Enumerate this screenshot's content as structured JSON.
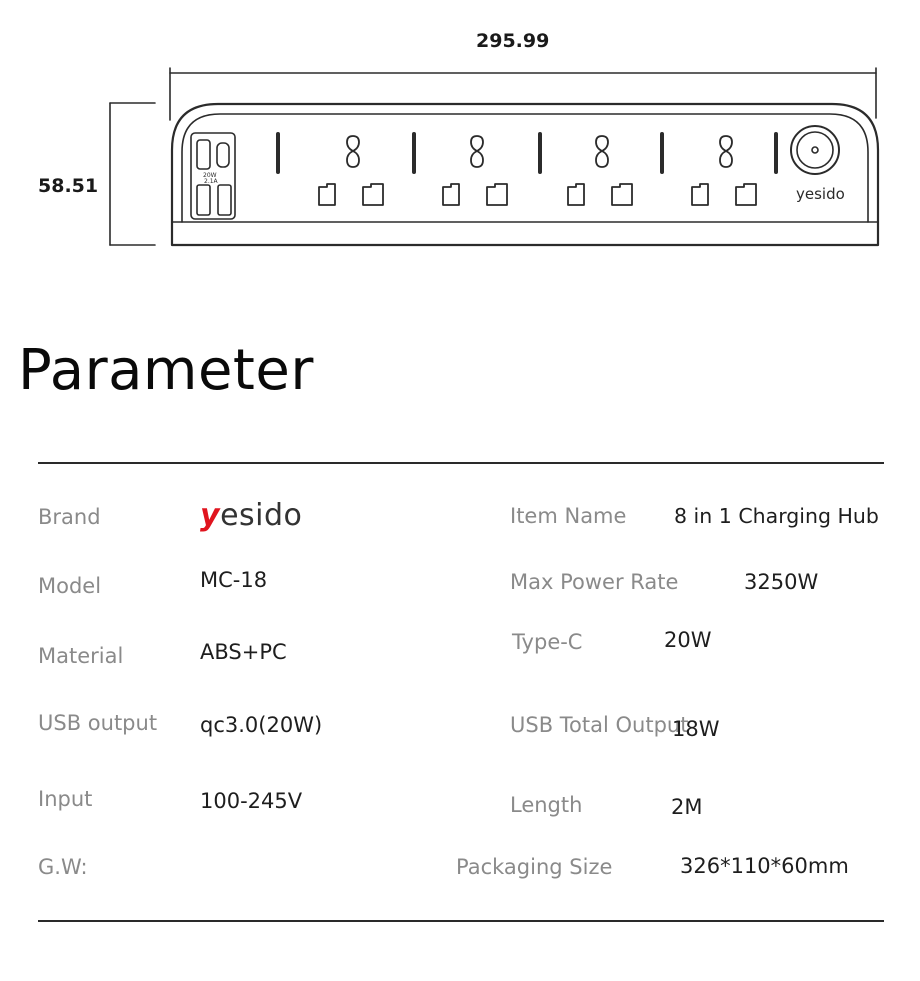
{
  "dimensions": {
    "width_label": "295.99",
    "height_label": "58.51"
  },
  "product_drawing": {
    "brand_mark": "yesido",
    "port_labels": [
      "20W",
      "2.1A"
    ]
  },
  "title": "Parameter",
  "params": {
    "brand": {
      "label": "Brand",
      "value": "yesido"
    },
    "model": {
      "label": "Model",
      "value": "MC-18"
    },
    "material": {
      "label": "Material",
      "value": "ABS+PC"
    },
    "usb_output": {
      "label": "USB output",
      "value": "qc3.0(20W)"
    },
    "input": {
      "label": "Input",
      "value": "100-245V"
    },
    "gw": {
      "label": "G.W:",
      "value": ""
    },
    "item_name": {
      "label": "Item Name",
      "value": "8 in 1 Charging Hub"
    },
    "max_power": {
      "label": "Max Power Rate",
      "value": "3250W"
    },
    "type_c": {
      "label": "Type-C",
      "value": "20W"
    },
    "usb_total": {
      "label": "USB Total Output",
      "value": "18W"
    },
    "length": {
      "label": "Length",
      "value": "2M"
    },
    "packaging": {
      "label": "Packaging Size",
      "value": "326*110*60mm"
    }
  },
  "colors": {
    "brand_accent": "#e0141e",
    "label_gray": "#8a8a8a"
  }
}
